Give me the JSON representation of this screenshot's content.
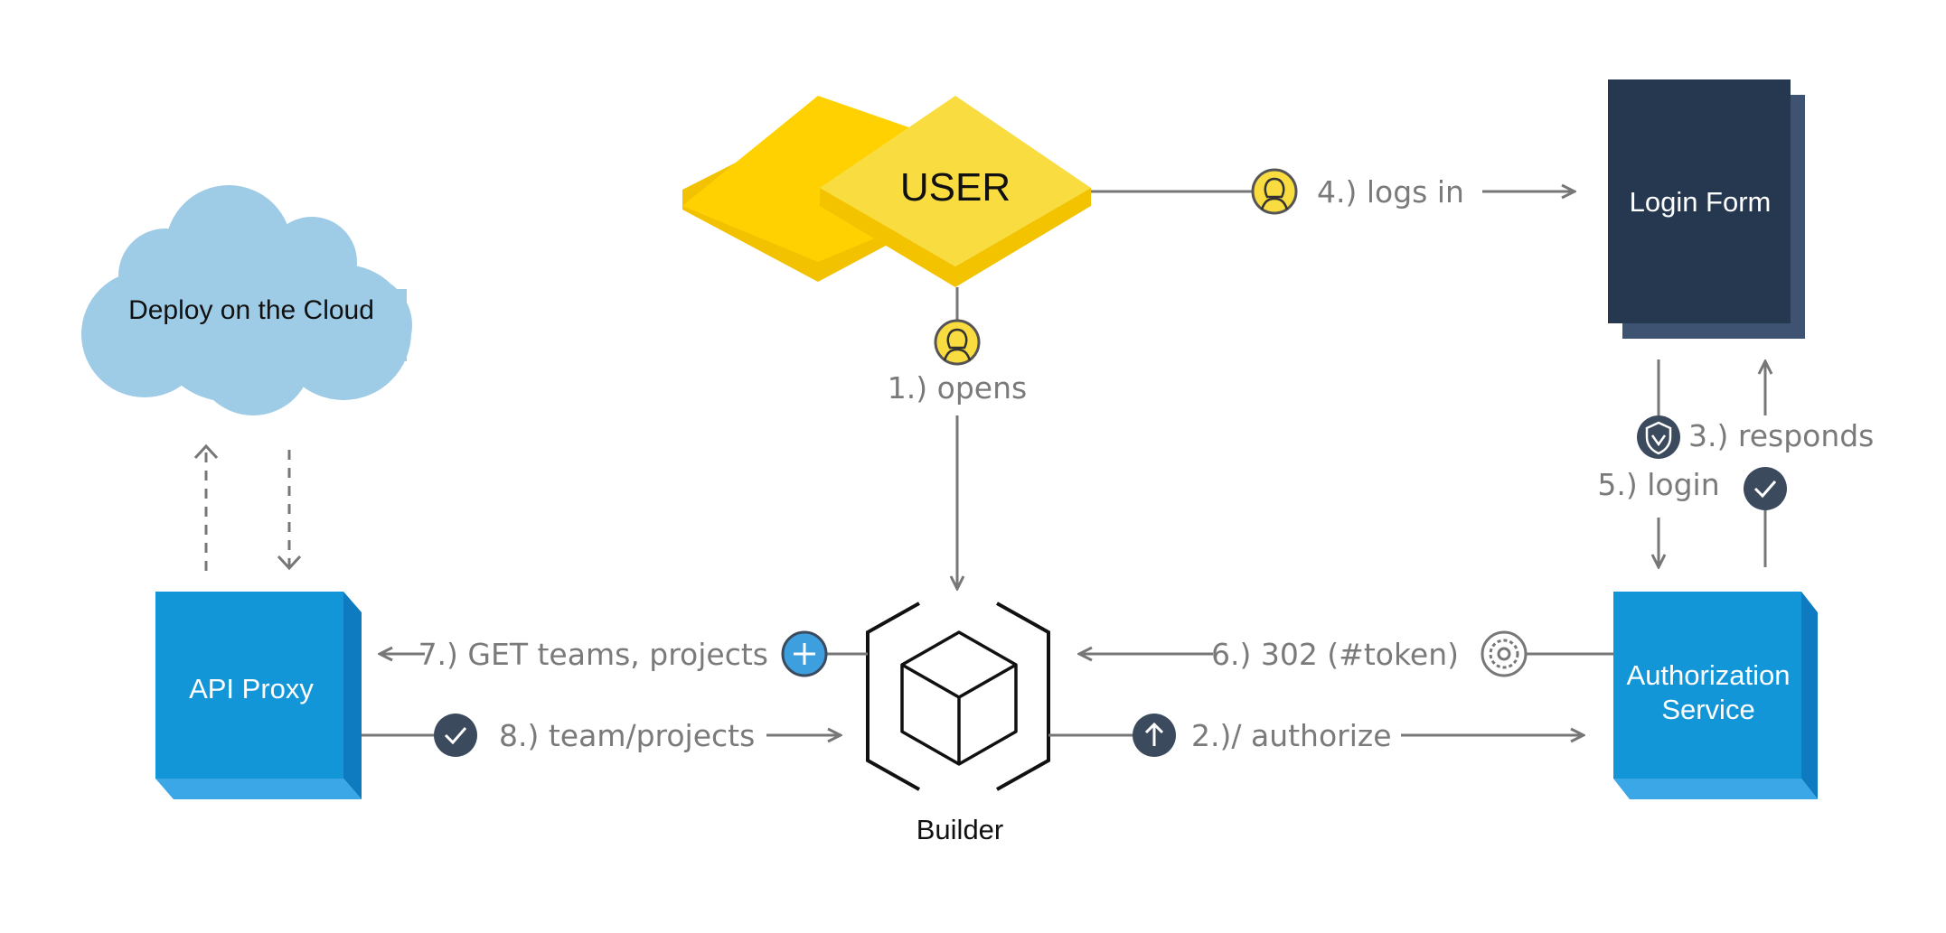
{
  "nodes": {
    "user": "USER",
    "login_form": "Login Form",
    "cloud": "Deploy on the Cloud",
    "api_proxy": "API Proxy",
    "builder": "Builder",
    "auth_service_line1": "Authorization",
    "auth_service_line2": "Service"
  },
  "edges": {
    "step1": "1.) opens",
    "step2": "2.)/ authorize",
    "step3": "3.) responds",
    "step4": "4.) logs in",
    "step5": "5.) login",
    "step6": "6.) 302 (#token)",
    "step7": "7.) GET teams, projects",
    "step8": "8.) team/projects"
  },
  "colors": {
    "user_yellow": "#F9DC3F",
    "navy": "#263850",
    "blue": "#1396D8",
    "cloud": "#9ECBE6",
    "arrow": "#777777",
    "badge_dark": "#3C4A5E",
    "badge_light_blue": "#3E9FDE"
  },
  "icons": {
    "step1": "user-icon",
    "step2": "arrow-up-icon",
    "step3": "check-icon",
    "step4": "user-icon",
    "step5": "shield-icon",
    "step6": "gear-icon",
    "step7": "plus-icon",
    "step8": "check-icon"
  }
}
